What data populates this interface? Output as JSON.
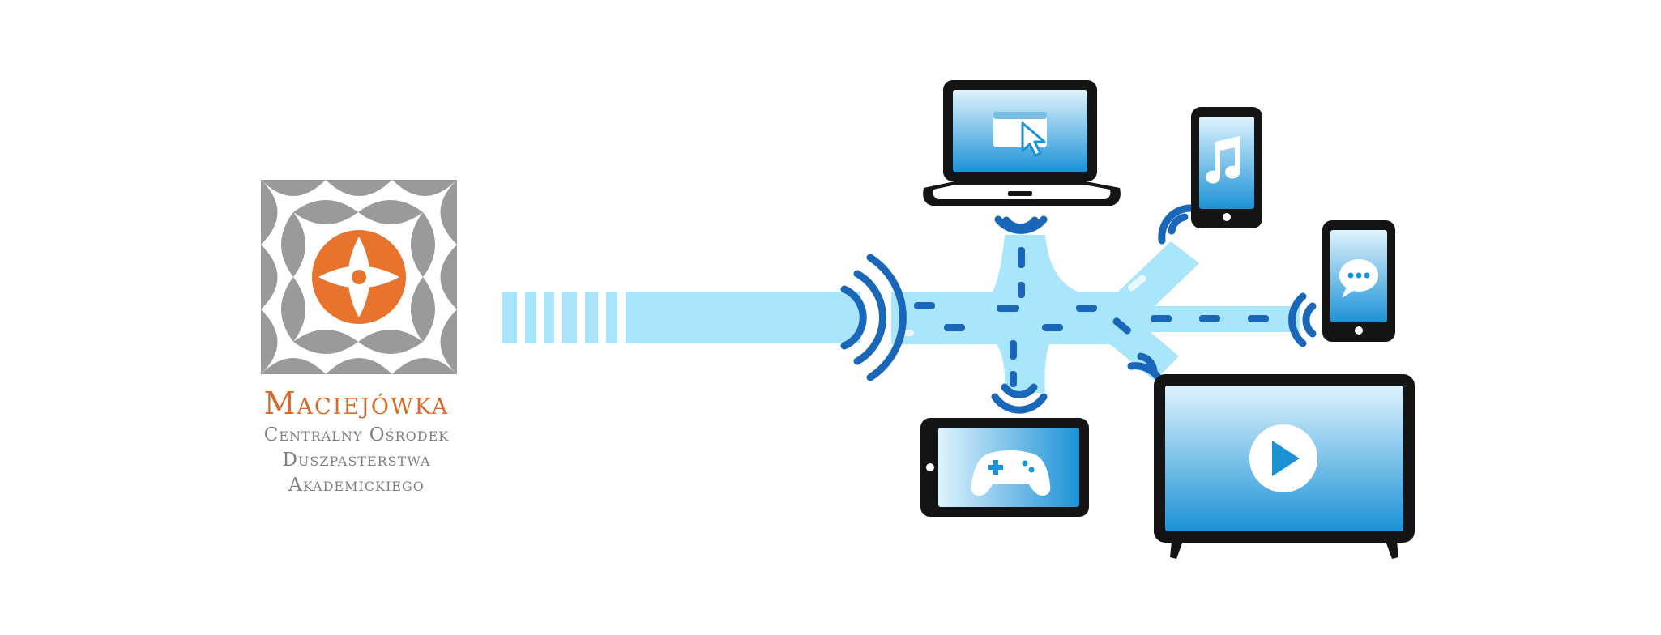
{
  "logo": {
    "name": "Maciejówka",
    "subtitle_line1": "Centralny Ośrodek",
    "subtitle_line2": "Duszpasterstwa",
    "subtitle_line3": "Akademickiego",
    "colors": {
      "orange": "#e8732c",
      "gray": "#9a9a9a",
      "text_orange": "#d56a2a",
      "text_gray": "#7f7f7f"
    }
  },
  "diagram": {
    "stream_color": "#a9e6fb",
    "signal_color": "#1a66b8",
    "device_frame_color": "#141414",
    "screen_gradient": [
      "#dff3fd",
      "#1c92d6"
    ],
    "devices": [
      {
        "name": "laptop",
        "screen_icon": "window-cursor-icon"
      },
      {
        "name": "phone-music",
        "screen_icon": "music-note-icon"
      },
      {
        "name": "phone-chat",
        "screen_icon": "chat-bubble-icon"
      },
      {
        "name": "tablet-game",
        "screen_icon": "gamepad-icon"
      },
      {
        "name": "tv",
        "screen_icon": "play-button-icon"
      }
    ]
  }
}
